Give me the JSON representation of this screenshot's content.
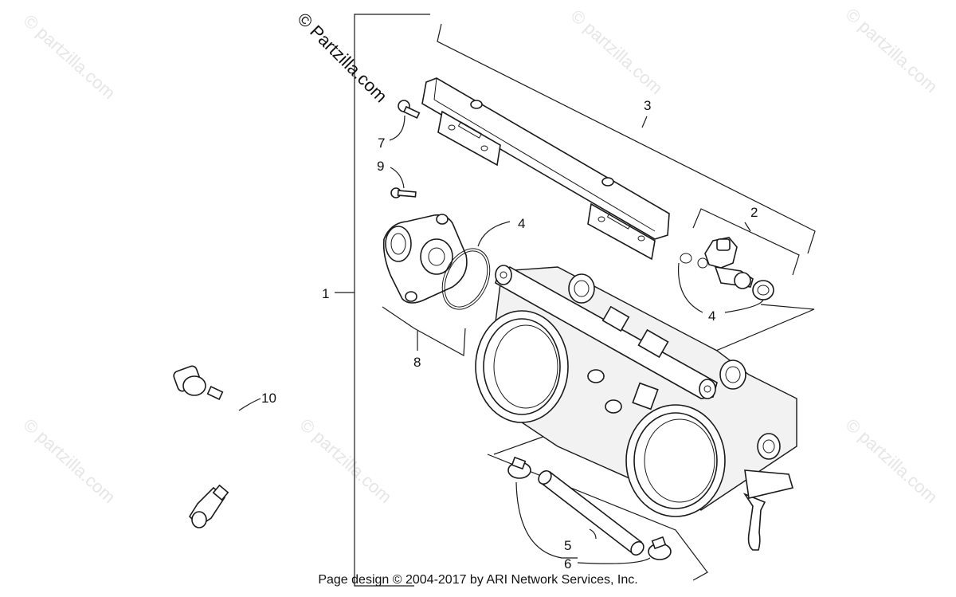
{
  "watermark": {
    "text": "© Partzilla.com",
    "repeat_text": "© partzilla.com"
  },
  "callouts": {
    "c1": "1",
    "c2": "2",
    "c3": "3",
    "c4a": "4",
    "c4b": "4",
    "c5": "5",
    "c6": "6",
    "c7": "7",
    "c8": "8",
    "c9": "9",
    "c10": "10"
  },
  "footer": {
    "text": "Page design © 2004-2017 by ARI Network Services, Inc."
  }
}
